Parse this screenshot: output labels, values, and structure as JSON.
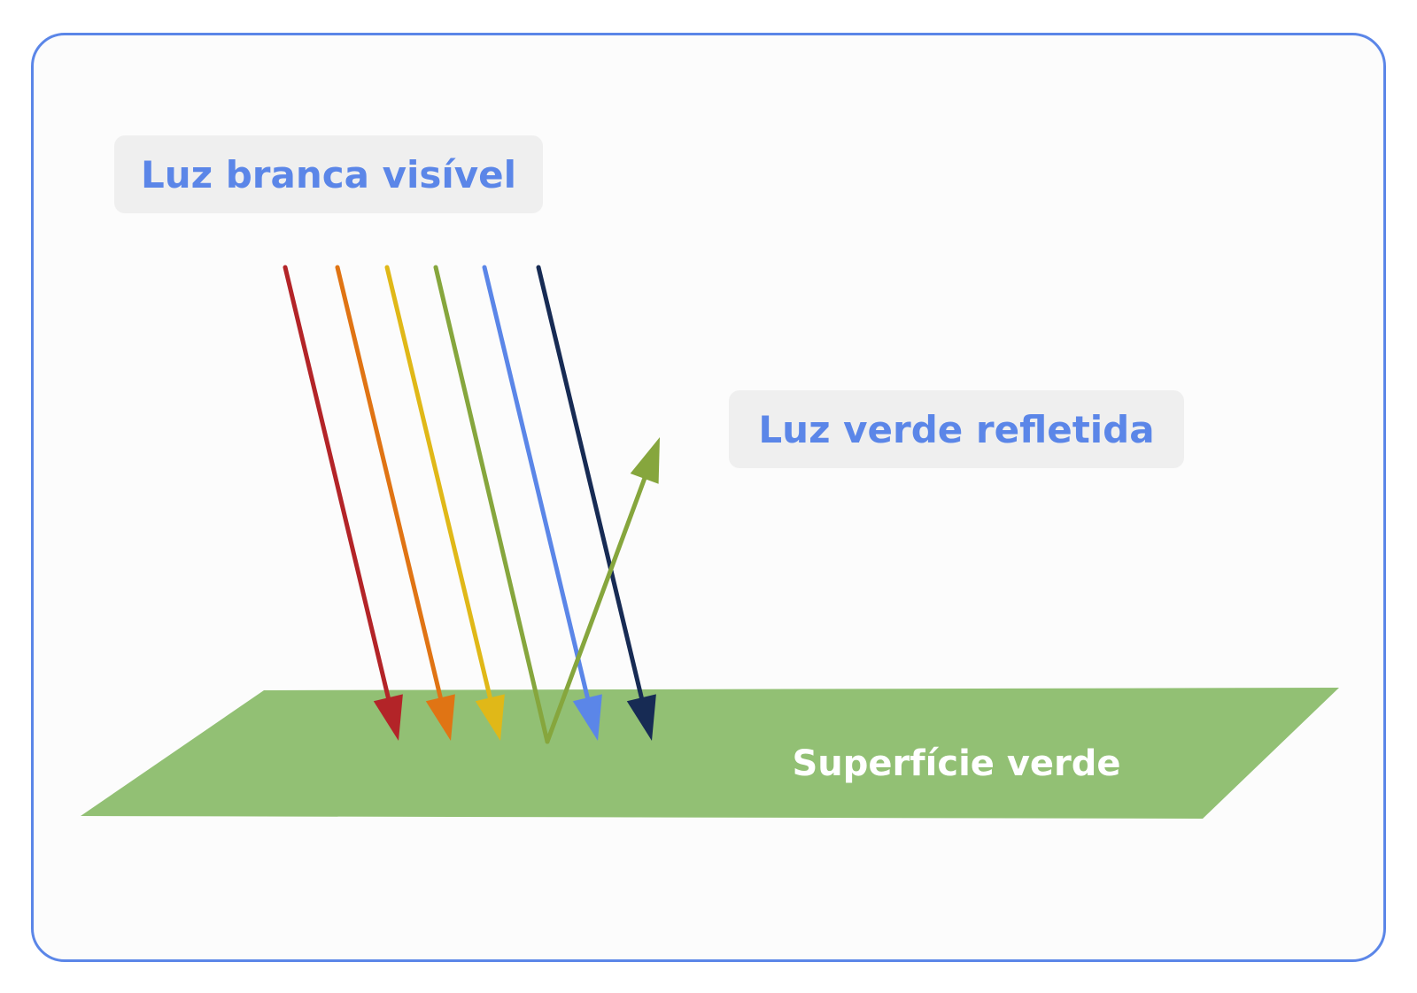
{
  "labels": {
    "incident_light": "Luz branca visível",
    "reflected_light": "Luz verde refletida",
    "surface": "Superfície verde"
  },
  "colors": {
    "frame_border": "#5b86e8",
    "label_text": "#5b86e8",
    "label_background": "#efefef",
    "surface_fill": "#92c074",
    "surface_text": "#ffffff"
  },
  "rays": [
    {
      "color_name": "red",
      "color": "#b32428"
    },
    {
      "color_name": "orange",
      "color": "#e07414"
    },
    {
      "color_name": "yellow",
      "color": "#e0b818"
    },
    {
      "color_name": "green",
      "color": "#86a63d"
    },
    {
      "color_name": "blue",
      "color": "#5b86e8"
    },
    {
      "color_name": "dark-blue",
      "color": "#172b54"
    }
  ],
  "reflected_ray": {
    "color_name": "green",
    "color": "#86a63d"
  }
}
